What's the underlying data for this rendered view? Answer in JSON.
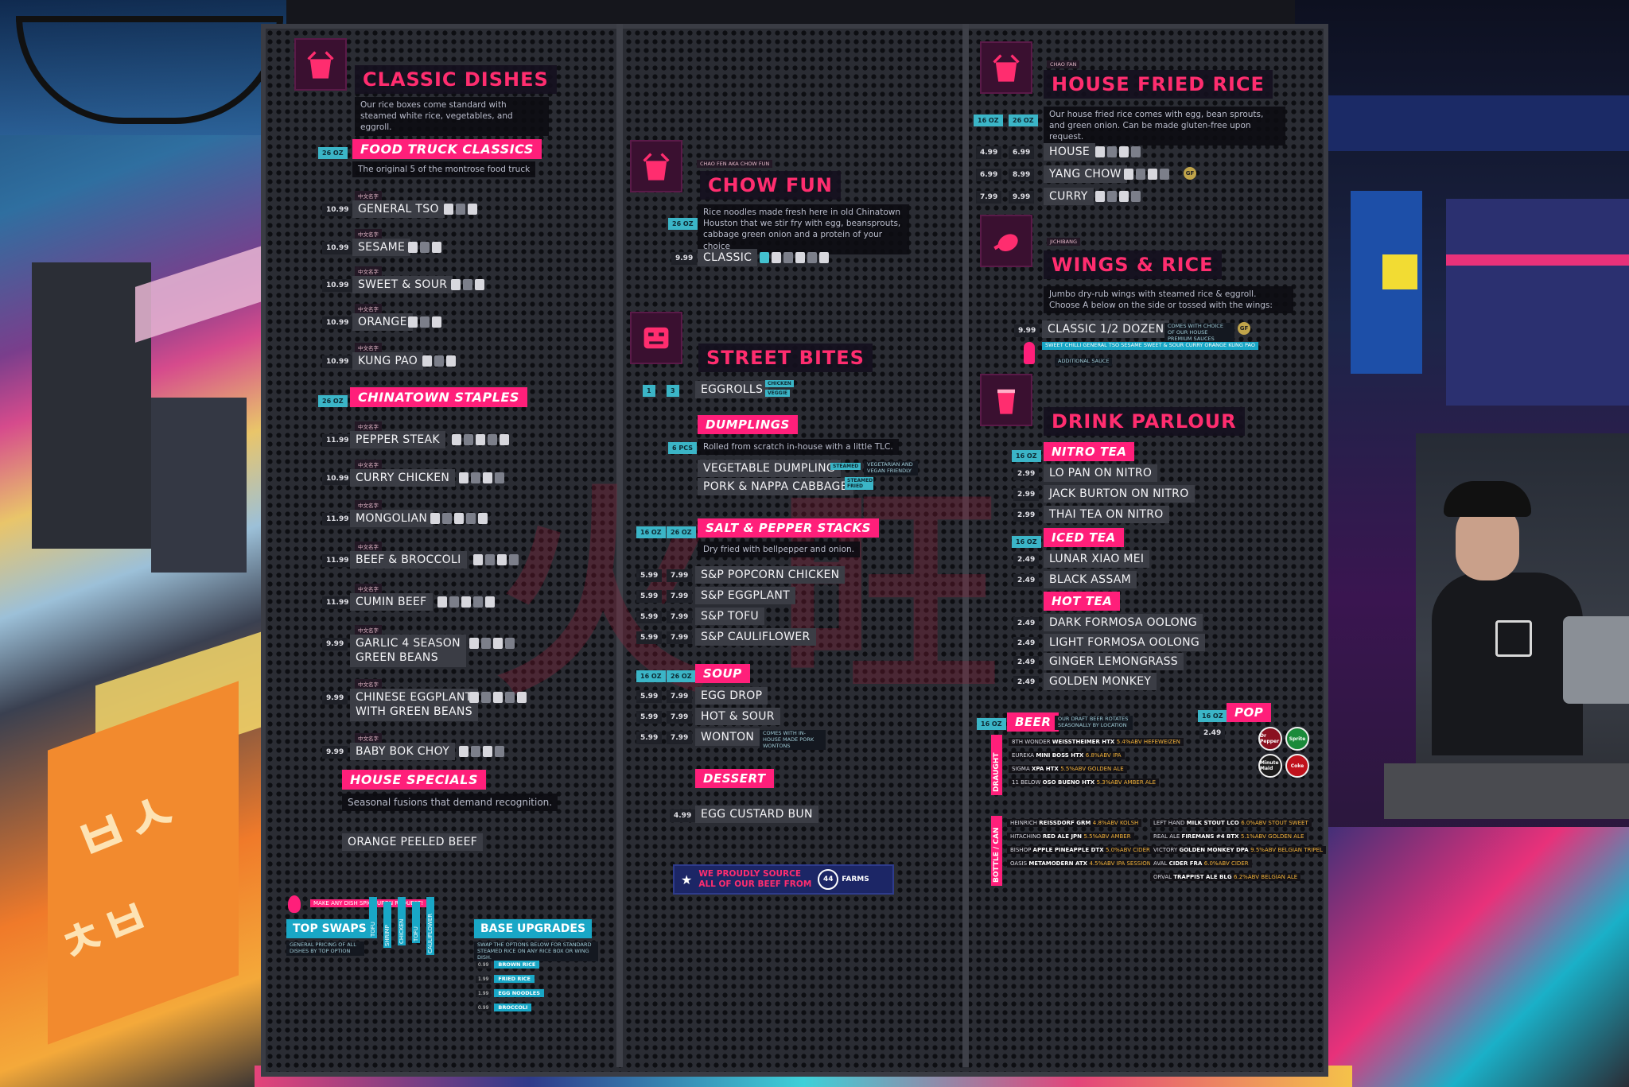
{
  "classic": {
    "title": "CLASSIC DISHES",
    "desc": "Our rice boxes come standard with steamed white rice, vegetables, and eggroll.",
    "food_truck": {
      "tag": "FOOD TRUCK CLASSICS",
      "size": "26 OZ",
      "desc": "The original 5 of the montrose food truck",
      "items": [
        {
          "name": "GENERAL TSO",
          "price": "10.99"
        },
        {
          "name": "SESAME",
          "price": "10.99"
        },
        {
          "name": "SWEET & SOUR",
          "price": "10.99"
        },
        {
          "name": "ORANGE",
          "price": "10.99"
        },
        {
          "name": "KUNG PAO",
          "price": "10.99"
        }
      ]
    },
    "chinatown": {
      "tag": "CHINATOWN STAPLES",
      "size": "26 OZ",
      "items": [
        {
          "name": "PEPPER STEAK",
          "price": "11.99"
        },
        {
          "name": "CURRY CHICKEN",
          "price": "10.99"
        },
        {
          "name": "MONGOLIAN",
          "price": "11.99"
        },
        {
          "name": "BEEF & BROCCOLI",
          "price": "11.99"
        },
        {
          "name": "CUMIN BEEF",
          "price": "11.99"
        },
        {
          "name": "GARLIC 4 SEASON GREEN BEANS",
          "price": "9.99"
        },
        {
          "name": "CHINESE EGGPLANT WITH GREEN BEANS",
          "price": "9.99"
        },
        {
          "name": "BABY BOK CHOY",
          "price": "9.99"
        }
      ]
    },
    "house_specials": {
      "tag": "HOUSE SPECIALS",
      "desc": "Seasonal fusions that demand recognition.",
      "items": [
        {
          "name": "ORANGE PEELED BEEF"
        }
      ]
    },
    "spicy_note": "MAKE ANY DISH SPICY UPON REQUEST!",
    "top_swaps": {
      "label": "TOP SWAPS",
      "desc": "GENERAL PRICING OF ALL DISHES BY TOP OPTION",
      "chips": [
        "TOFU",
        "SHRIMP",
        "CHICKEN",
        "TOFU",
        "CAULIFLOWER"
      ]
    },
    "base_upgrades": {
      "label": "BASE UPGRADES",
      "desc": "SWAP THE OPTIONS BELOW FOR STANDARD STEAMED RICE ON ANY RICE BOX OR WING DISH.",
      "items": [
        {
          "price": "0.99",
          "name": "BROWN RICE"
        },
        {
          "price": "1.99",
          "name": "FRIED RICE"
        },
        {
          "price": "1.99",
          "name": "EGG NOODLES"
        },
        {
          "price": "0.99",
          "name": "BROCCOLI"
        }
      ]
    }
  },
  "chow_fun": {
    "title": "CHOW FUN",
    "subtitle": "CHAO FEN AKA CHOW FUN",
    "size": "26 OZ",
    "desc": "Rice noodles made fresh here in old Chinatown Houston that we stir fry with egg, beansprouts, cabbage green  onion and a protein of your choice",
    "items": [
      {
        "name": "CLASSIC",
        "price": "9.99"
      }
    ]
  },
  "street_bites": {
    "title": "STREET BITES",
    "eggrolls": {
      "name": "EGGROLLS",
      "prices": [
        "1",
        "3"
      ],
      "chips": [
        "CHICKEN",
        "VEGGIE"
      ]
    },
    "dumplings": {
      "tag": "DUMPLINGS",
      "size": "6 PCS",
      "desc": "Rolled from scratch in-house with a little TLC.",
      "items": [
        {
          "name": "VEGETABLE DUMPLING",
          "chip": "STEAMED",
          "note": "VEGETARIAN AND VEGAN FRIENDLY"
        },
        {
          "name": "PORK & NAPPA CABBAGE",
          "chip": "STEAMED FRIED"
        }
      ]
    },
    "salt_pepper": {
      "tag": "SALT & PEPPER STACKS",
      "sizes": [
        "16 OZ",
        "26 OZ"
      ],
      "desc": "Dry fried with bellpepper and onion.",
      "items": [
        {
          "name": "S&P POPCORN CHICKEN",
          "prices": [
            "5.99",
            "7.99"
          ]
        },
        {
          "name": "S&P EGGPLANT",
          "prices": [
            "5.99",
            "7.99"
          ]
        },
        {
          "name": "S&P TOFU",
          "prices": [
            "5.99",
            "7.99"
          ]
        },
        {
          "name": "S&P CAULIFLOWER",
          "prices": [
            "5.99",
            "7.99"
          ]
        }
      ]
    },
    "soup": {
      "tag": "SOUP",
      "sizes": [
        "16 OZ",
        "26 OZ"
      ],
      "items": [
        {
          "name": "EGG DROP",
          "prices": [
            "5.99",
            "7.99"
          ]
        },
        {
          "name": "HOT & SOUR",
          "prices": [
            "5.99",
            "7.99"
          ]
        },
        {
          "name": "WONTON",
          "prices": [
            "5.99",
            "7.99"
          ],
          "note": "COMES WITH IN-HOUSE MADE PORK WONTONS"
        }
      ]
    },
    "dessert": {
      "tag": "DESSERT",
      "items": [
        {
          "name": "EGG CUSTARD BUN",
          "price": "4.99"
        }
      ]
    },
    "banner": {
      "line1": "WE PROUDLY SOURCE",
      "line2": "ALL OF OUR BEEF FROM",
      "brand": "FARMS",
      "brand_num": "44"
    }
  },
  "fried_rice": {
    "title": "HOUSE FRIED RICE",
    "subtitle": "CHAO FAN",
    "desc": "Our house fried rice comes with egg, bean sprouts, and green onion. Can be made gluten-free upon request.",
    "sizes": [
      "16 OZ",
      "26 OZ"
    ],
    "items": [
      {
        "name": "HOUSE",
        "prices": [
          "4.99",
          "6.99"
        ]
      },
      {
        "name": "YANG CHOW",
        "prices": [
          "6.99",
          "8.99"
        ]
      },
      {
        "name": "CURRY",
        "prices": [
          "7.99",
          "9.99"
        ]
      }
    ]
  },
  "wings": {
    "title": "WINGS & RICE",
    "subtitle": "JICHIBANG",
    "desc": "Jumbo dry-rub wings with steamed rice & eggroll. Choose A below on the side or tossed with the wings:",
    "item": {
      "name": "CLASSIC 1/2 DOZEN",
      "price": "9.99",
      "note": "COMES WITH CHOICE OF OUR HOUSE PREMIUM SAUCES"
    },
    "sauces": "SWEET CHILLI   GENERAL TSO   SESAME   SWEET & SOUR   CURRY   ORANGE   KUNG PAO",
    "additional": "ADDITIONAL SAUCE"
  },
  "drinks": {
    "title": "DRINK PARLOUR",
    "nitro": {
      "tag": "NITRO TEA",
      "size": "16 OZ",
      "items": [
        {
          "name": "LO PAN ON NITRO",
          "price": "2.99"
        },
        {
          "name": "JACK BURTON ON NITRO",
          "price": "2.99"
        },
        {
          "name": "THAI TEA ON NITRO",
          "price": "2.99"
        }
      ]
    },
    "iced": {
      "tag": "ICED TEA",
      "size": "16 OZ",
      "items": [
        {
          "name": "LUNAR XIAO MEI",
          "price": "2.49"
        },
        {
          "name": "BLACK ASSAM",
          "price": "2.49"
        }
      ]
    },
    "hot": {
      "tag": "HOT TEA",
      "items": [
        {
          "name": "DARK FORMOSA OOLONG",
          "price": "2.49"
        },
        {
          "name": "LIGHT FORMOSA OOLONG",
          "price": "2.49"
        },
        {
          "name": "GINGER LEMONGRASS",
          "price": "2.49"
        },
        {
          "name": "GOLDEN MONKEY",
          "price": "2.49"
        }
      ]
    },
    "beer": {
      "tag": "BEER",
      "size": "16 OZ",
      "note": "OUR DRAFT BEER ROTATES SEASONALLY BY LOCATION",
      "draught_label": "DRAUGHT",
      "draught": [
        {
          "brewery": "8TH WONDER",
          "beer": "WEISSTHEIMER",
          "loc": "HTX",
          "abv": "5.4%ABV",
          "style": "HEFEWEIZEN"
        },
        {
          "brewery": "EUREKA",
          "beer": "MINI BOSS",
          "loc": "HTX",
          "abv": "6.8%ABV",
          "style": "IPA"
        },
        {
          "brewery": "SIGMA",
          "beer": "XPA",
          "loc": "HTX",
          "abv": "5.5%ABV",
          "style": "GOLDEN ALE"
        },
        {
          "brewery": "11 BELOW",
          "beer": "OSO BUENO",
          "loc": "HTX",
          "abv": "5.3%ABV",
          "style": "AMBER ALE"
        }
      ],
      "bottle_label": "BOTTLE / CAN",
      "bottles_left": [
        {
          "brewery": "HEINRICH",
          "beer": "REISSDORF",
          "loc": "GRM",
          "abv": "4.8%ABV",
          "style": "KOLSH"
        },
        {
          "brewery": "HITACHINO",
          "beer": "RED ALE",
          "loc": "JPN",
          "abv": "5.5%ABV",
          "style": "AMBER"
        },
        {
          "brewery": "BISHOP",
          "beer": "APPLE PINEAPPLE",
          "loc": "DTX",
          "abv": "5.0%ABV",
          "style": "CIDER"
        },
        {
          "brewery": "OASIS",
          "beer": "METAMODERN",
          "loc": "ATX",
          "abv": "4.5%ABV",
          "style": "IPA SESSION"
        }
      ],
      "bottles_right": [
        {
          "brewery": "LEFT HAND",
          "beer": "MILK STOUT",
          "loc": "LCO",
          "abv": "6.0%ABV",
          "style": "STOUT SWEET"
        },
        {
          "brewery": "REAL ALE",
          "beer": "FIREMANS #4",
          "loc": "BTX",
          "abv": "5.1%ABV",
          "style": "GOLDEN ALE"
        },
        {
          "brewery": "VICTORY",
          "beer": "GOLDEN MONKEY",
          "loc": "DPA",
          "abv": "9.5%ABV",
          "style": "BELGIAN TRIPEL"
        },
        {
          "brewery": "AVAL",
          "beer": "CIDER",
          "loc": "FRA",
          "abv": "6.0%ABV",
          "style": "CIDER"
        },
        {
          "brewery": "ORVAL",
          "beer": "TRAPPIST ALE",
          "loc": "BLG",
          "abv": "6.2%ABV",
          "style": "BELGIAN ALE"
        }
      ]
    },
    "pop": {
      "tag": "POP",
      "size": "16 OZ",
      "price": "2.49",
      "brands": [
        "Dr Pepper",
        "Sprite",
        "Minute Maid",
        "Coke"
      ]
    }
  },
  "colors": {
    "accent": "#ff1f7a",
    "teal": "#19a7c6",
    "title": "#ff2d6f",
    "mesh": "#2a2c33"
  }
}
